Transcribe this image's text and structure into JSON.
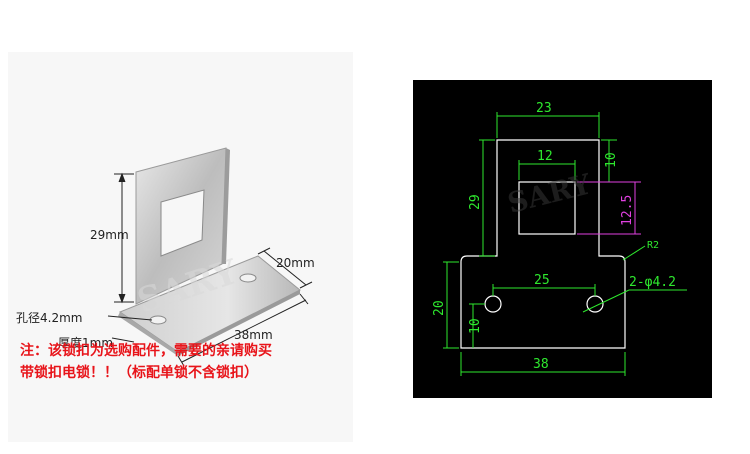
{
  "left": {
    "watermark": "SARY",
    "labels": {
      "height": "29mm",
      "width": "20mm",
      "hole": "孔径4.2mm",
      "thickness": "厚度1mm",
      "length": "38mm"
    },
    "note": {
      "line1": "注：该锁扣为选购配件，需要的亲请购买",
      "line2": "带锁扣电锁！！（标配单锁不含锁扣）"
    }
  },
  "drawing": {
    "dims": {
      "top_width": "23",
      "window_width": "12",
      "top_offset": "10",
      "window_height": "12.5",
      "upper_height": "29",
      "radius": "R2",
      "holes": "2-φ4.2",
      "hole_spacing": "25",
      "base_height": "20",
      "hole_offset": "10",
      "total_width": "38"
    },
    "watermark": "SARY",
    "colors": {
      "outline": "#ffffff",
      "dimension": "#2ee82e",
      "magenta_dim": "#e040e0",
      "background": "#000000"
    }
  }
}
